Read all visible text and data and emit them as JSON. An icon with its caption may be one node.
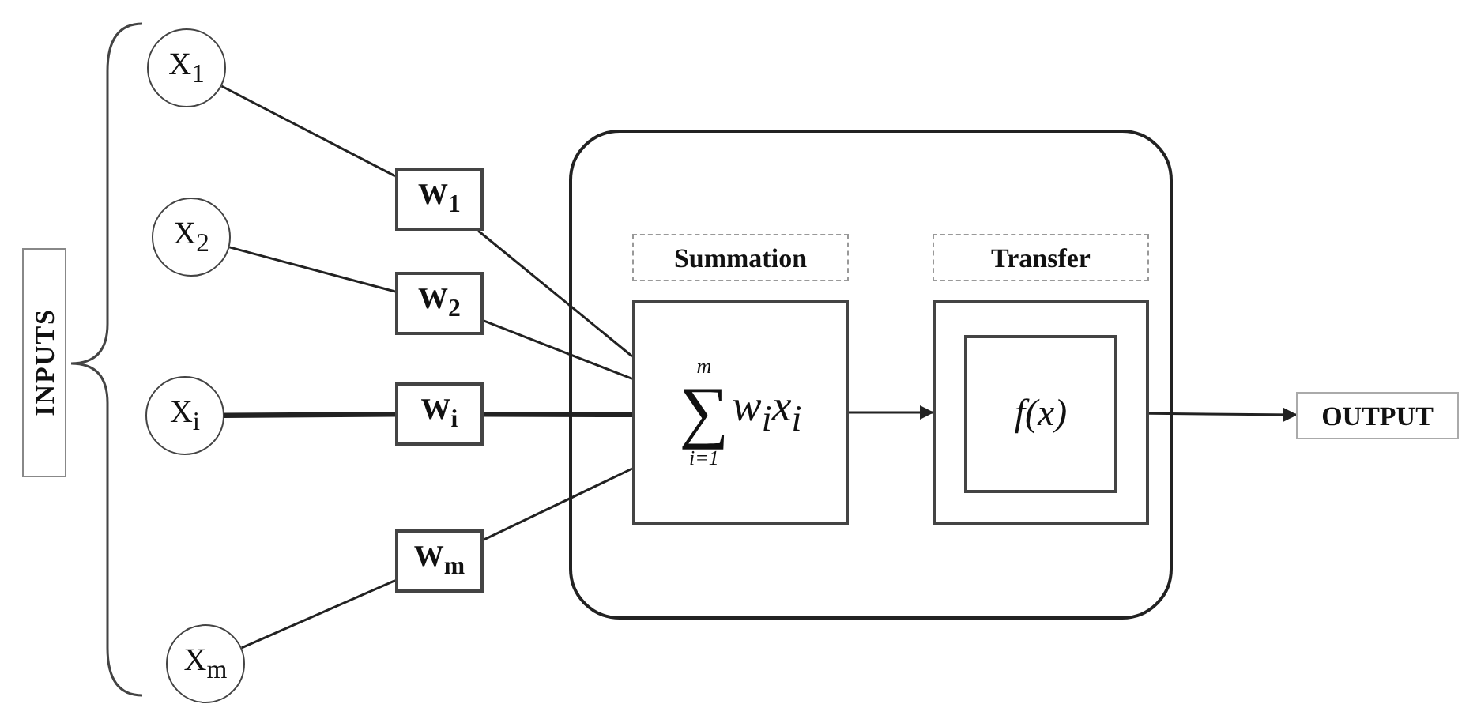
{
  "diagram": {
    "nodes": [
      {
        "text": [
          "INPUTS"
        ]
      },
      {
        "text": [
          "X$_{1}$"
        ]
      },
      {
        "text": [
          "X$_{2}$"
        ]
      },
      {
        "text": [
          "X$_{i}$"
        ]
      },
      {
        "text": [
          "X$_{m}$"
        ]
      },
      {
        "text": [
          "W$_{1}$"
        ]
      },
      {
        "text": [
          "W$_{2}$"
        ]
      },
      {
        "text": [
          "W$_{i}$"
        ]
      },
      {
        "text": [
          "W$_{m}$"
        ]
      },
      {
        "text": [],
        "shape": "box"
      },
      {
        "text": [
          "Summation"
        ],
        "in": 9
      },
      {
        "text": [
          "Transfer"
        ],
        "in": 9
      },
      {
        "text": [
          "m",
          "∑",
          "i=1",
          "w$_{i}$x$_{i}$"
        ],
        "in": 9
      },
      {
        "text": [],
        "shape": "box",
        "in": 9
      },
      {
        "text": [
          "f(x)"
        ],
        "in": 13
      },
      {
        "text": [
          "OUTPUT"
        ]
      }
    ],
    "edges": [
      {
        "from": 1,
        "to": 5,
        "arrow": "none"
      },
      {
        "from": 2,
        "to": 6,
        "arrow": "none"
      },
      {
        "from": 3,
        "to": 7,
        "arrow": "none",
        "style": "thick"
      },
      {
        "from": 4,
        "to": 8,
        "arrow": "none"
      },
      {
        "from": 5,
        "to": 12,
        "arrow": "none"
      },
      {
        "from": 6,
        "to": 12,
        "arrow": "none"
      },
      {
        "from": 7,
        "to": 12,
        "arrow": "none",
        "style": "thick"
      },
      {
        "from": 8,
        "to": 12,
        "arrow": "none"
      },
      {
        "from": 12,
        "to": 13,
        "arrow": "to"
      },
      {
        "from": 13,
        "to": 15,
        "arrow": "to"
      }
    ]
  }
}
